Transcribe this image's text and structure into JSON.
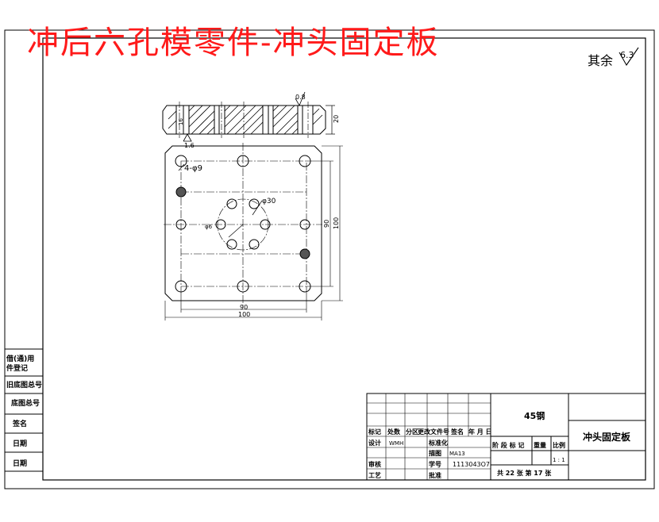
{
  "page_title": "冲后六孔模零件-冲头固定板",
  "roughness": {
    "label": "其余",
    "value": "6.3"
  },
  "drawing": {
    "side_roughness": "0.8",
    "bottom_roughness": "1.6",
    "thickness": "20",
    "side_height": "16",
    "holes_4": "4-φ9",
    "pcd": "φ30",
    "center_hole": "φ6",
    "dim_inner_w": "90",
    "dim_outer_w": "100",
    "dim_inner_h": "90",
    "dim_outer_h": "100"
  },
  "side_table": {
    "r1a": "借(通)用",
    "r1b": "件登记",
    "r2": "旧底图总号",
    "r3": "底图总号",
    "r4": "签名",
    "r5": "日期",
    "r6": "日期"
  },
  "title_block": {
    "material": "45钢",
    "part_name": "冲头固定板",
    "h1": "标记",
    "h2": "处数",
    "h3": "分区",
    "h4": "更改文件号",
    "h5": "签名",
    "h6": "年 月 日",
    "design": "设计",
    "designer": "WMH",
    "standard": "标准化",
    "drawn": "描图",
    "drawn_val": "MA13",
    "review": "审核",
    "number": "学号",
    "number_val": "1113043O7",
    "process": "工艺",
    "approve": "批准",
    "stage_marks": "阶 段 标 记",
    "weight": "重量",
    "scale": "比例",
    "scale_val": "1 : 1",
    "sheets": "共 22 张  第 17 张"
  }
}
